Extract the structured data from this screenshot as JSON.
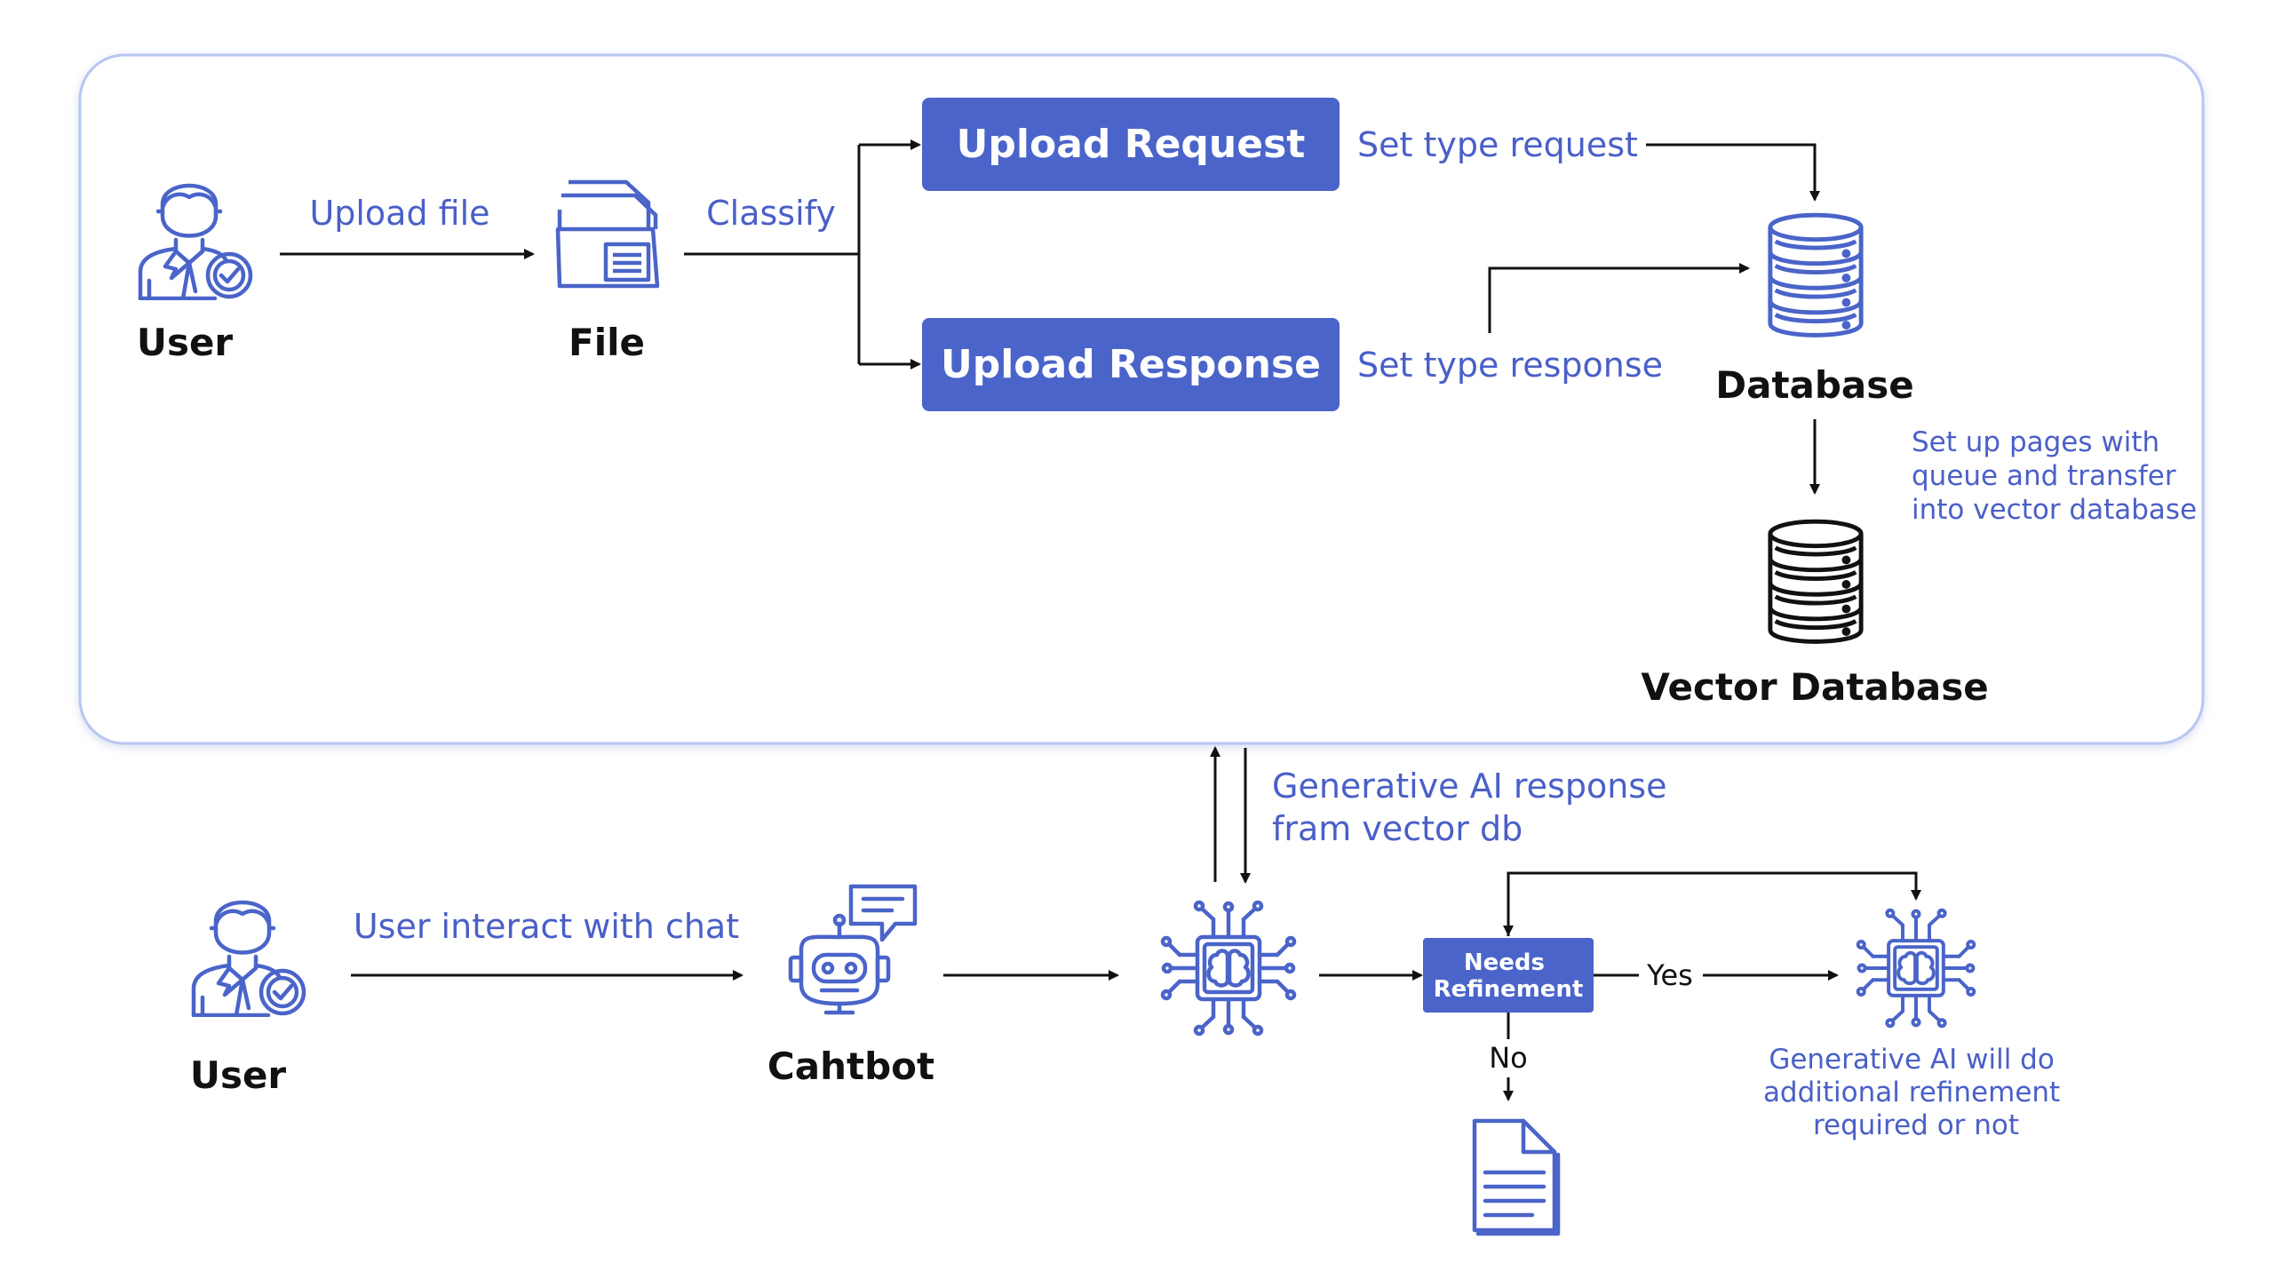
{
  "top_section": {
    "user_label": "User",
    "upload_file_label": "Upload file",
    "file_label": "File",
    "classify_label": "Classify",
    "upload_request_button": "Upload Request",
    "upload_response_button": "Upload Response",
    "set_type_request_label": "Set type request",
    "set_type_response_label": "Set type response",
    "database_label": "Database",
    "setup_note_lines": [
      "Set up pages with",
      "queue and transfer",
      "into vector database"
    ],
    "vector_database_label": "Vector Database"
  },
  "bottom_section": {
    "genai_response_lines": [
      "Generative AI response",
      "fram vector db"
    ],
    "user_label": "User",
    "user_interact_label": "User interact with chat",
    "chatbot_label": "Cahtbot",
    "needs_refinement_lines": [
      "Needs",
      "Refinement"
    ],
    "yes_label": "Yes",
    "no_label": "No",
    "refinement_note_lines": [
      "Generative AI will do",
      "additional refinement",
      "required or not"
    ]
  },
  "colors": {
    "accent": "#4a64c9",
    "accent_text": "#4a5fc7",
    "panel_border": "#b8c6f2",
    "text_dark": "#111111"
  },
  "icons": [
    "user-icon",
    "file-folder-icon",
    "database-icon",
    "vector-database-icon",
    "chatbot-icon",
    "ai-chip-icon",
    "document-icon"
  ]
}
